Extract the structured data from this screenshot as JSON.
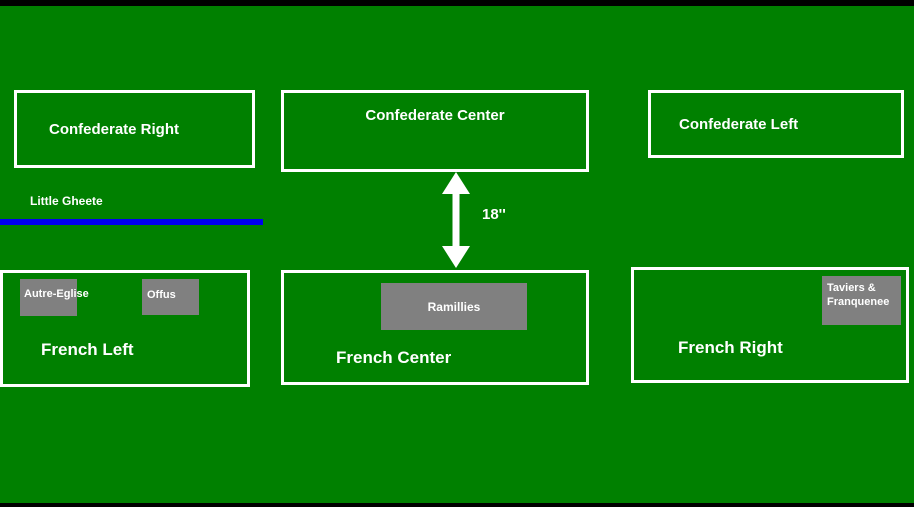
{
  "formations": {
    "confederate_right": {
      "label": "Confederate Right"
    },
    "confederate_center": {
      "label": "Confederate Center"
    },
    "confederate_left": {
      "label": "Confederate Left"
    },
    "french_left": {
      "label": "French Left"
    },
    "french_center": {
      "label": "French Center"
    },
    "french_right": {
      "label": "French Right"
    }
  },
  "villages": {
    "autre_eglise": {
      "label": "Autre-Eglise"
    },
    "offus": {
      "label": "Offus"
    },
    "ramillies": {
      "label": "Ramillies"
    },
    "taviers_franquenee": {
      "label": "Taviers & Franquenee"
    }
  },
  "river": {
    "label": "Little Gheete"
  },
  "distance": {
    "label": "18''"
  },
  "colors": {
    "background": "#008000",
    "box_border": "#ffffff",
    "village_fill": "#808080",
    "river_blue": "#0000ee",
    "text": "#ffffff",
    "frame_black": "#000000"
  }
}
